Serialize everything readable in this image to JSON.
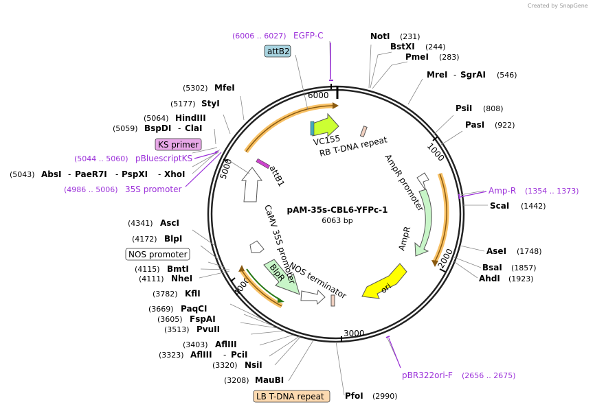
{
  "branding": "Created by SnapGene",
  "plasmid": {
    "name": "pAM-35s-CBL6-YFPc-1",
    "size": "6063 bp"
  },
  "ticks": [
    "1000",
    "2000",
    "3000",
    "4000",
    "5000",
    "6000"
  ],
  "colors": {
    "feature_orange": "#f5a623",
    "promoter_green": "#c8f5c8",
    "yellow": "#ffff00",
    "purple": "#9b30d9",
    "att_blue": "#7fb8c8",
    "ks_pink": "#e8a8e8",
    "lb_peach": "#fcd9b0"
  },
  "enzymes": [
    {
      "id": "noti",
      "name": "NotI",
      "pos": "(231)"
    },
    {
      "id": "bstxi",
      "name": "BstXI",
      "pos": "(244)"
    },
    {
      "id": "pmei",
      "name": "PmeI",
      "pos": "(283)"
    },
    {
      "id": "mrei",
      "name": "MreI",
      "name2": "SgrAI",
      "pos": "(546)"
    },
    {
      "id": "psii",
      "name": "PsiI",
      "pos": "(808)"
    },
    {
      "id": "pasi",
      "name": "PasI",
      "pos": "(922)"
    },
    {
      "id": "scai",
      "name": "ScaI",
      "pos": "(1442)"
    },
    {
      "id": "asei",
      "name": "AseI",
      "pos": "(1748)"
    },
    {
      "id": "bsai",
      "name": "BsaI",
      "pos": "(1857)"
    },
    {
      "id": "ahdi",
      "name": "AhdI",
      "pos": "(1923)"
    },
    {
      "id": "pfoi",
      "name": "PfoI",
      "pos": "(2990)"
    },
    {
      "id": "maubi",
      "name": "MauBI",
      "pos": "(3208)"
    },
    {
      "id": "nsii",
      "name": "NsiI",
      "pos": "(3320)"
    },
    {
      "id": "afliii2",
      "name": "AflIII",
      "name2": "PciI",
      "pos": "(3323)"
    },
    {
      "id": "afliii",
      "name": "AflIII",
      "pos": "(3403)"
    },
    {
      "id": "pvuii",
      "name": "PvuII",
      "pos": "(3513)"
    },
    {
      "id": "fspai",
      "name": "FspAI",
      "pos": "(3605)"
    },
    {
      "id": "paqci",
      "name": "PaqCI",
      "pos": "(3669)"
    },
    {
      "id": "kfli",
      "name": "KflI",
      "pos": "(3782)"
    },
    {
      "id": "nhei",
      "name": "NheI",
      "pos": "(4111)"
    },
    {
      "id": "bmti",
      "name": "BmtI",
      "pos": "(4115)"
    },
    {
      "id": "blpi",
      "name": "BlpI",
      "pos": "(4172)"
    },
    {
      "id": "asci",
      "name": "AscI",
      "pos": "(4341)"
    },
    {
      "id": "absi",
      "name": "AbsI",
      "name2": "PaeR7I",
      "name3": "PspXI",
      "name4": "XhoI",
      "pos": "(5043)"
    },
    {
      "id": "bspdi",
      "name": "BspDI",
      "name2": "ClaI",
      "pos": "(5059)"
    },
    {
      "id": "hindiii",
      "name": "HindIII",
      "pos": "(5064)"
    },
    {
      "id": "styi",
      "name": "StyI",
      "pos": "(5177)"
    },
    {
      "id": "mfei",
      "name": "MfeI",
      "pos": "(5302)"
    }
  ],
  "primers": [
    {
      "id": "egfp",
      "name": "EGFP-C",
      "range": "(6006 .. 6027)"
    },
    {
      "id": "ampr_primer",
      "name": "Amp-R",
      "range": "(1354 .. 1373)"
    },
    {
      "id": "pbr",
      "name": "pBR322ori-F",
      "range": "(2656 .. 2675)"
    },
    {
      "id": "pbks",
      "name": "pBluescriptKS",
      "range": "(5044 .. 5060)"
    },
    {
      "id": "35sp",
      "name": "35S promoter",
      "range": "(4986 .. 5006)"
    }
  ],
  "boxed_labels": {
    "attb2": "attB2",
    "ks_primer": "KS primer",
    "nos_promoter": "NOS promoter",
    "lb_repeat": "LB T-DNA repeat"
  },
  "features": {
    "vc155": "VC155",
    "rb": "RB T-DNA repeat",
    "ampr_promoter": "AmpR promoter",
    "ampr": "AmpR",
    "ori": "ori",
    "nos_terminator": "NOS terminator",
    "blpr": "BlpR",
    "camv": "CaMV 35S promoter",
    "attb1": "attB1"
  }
}
